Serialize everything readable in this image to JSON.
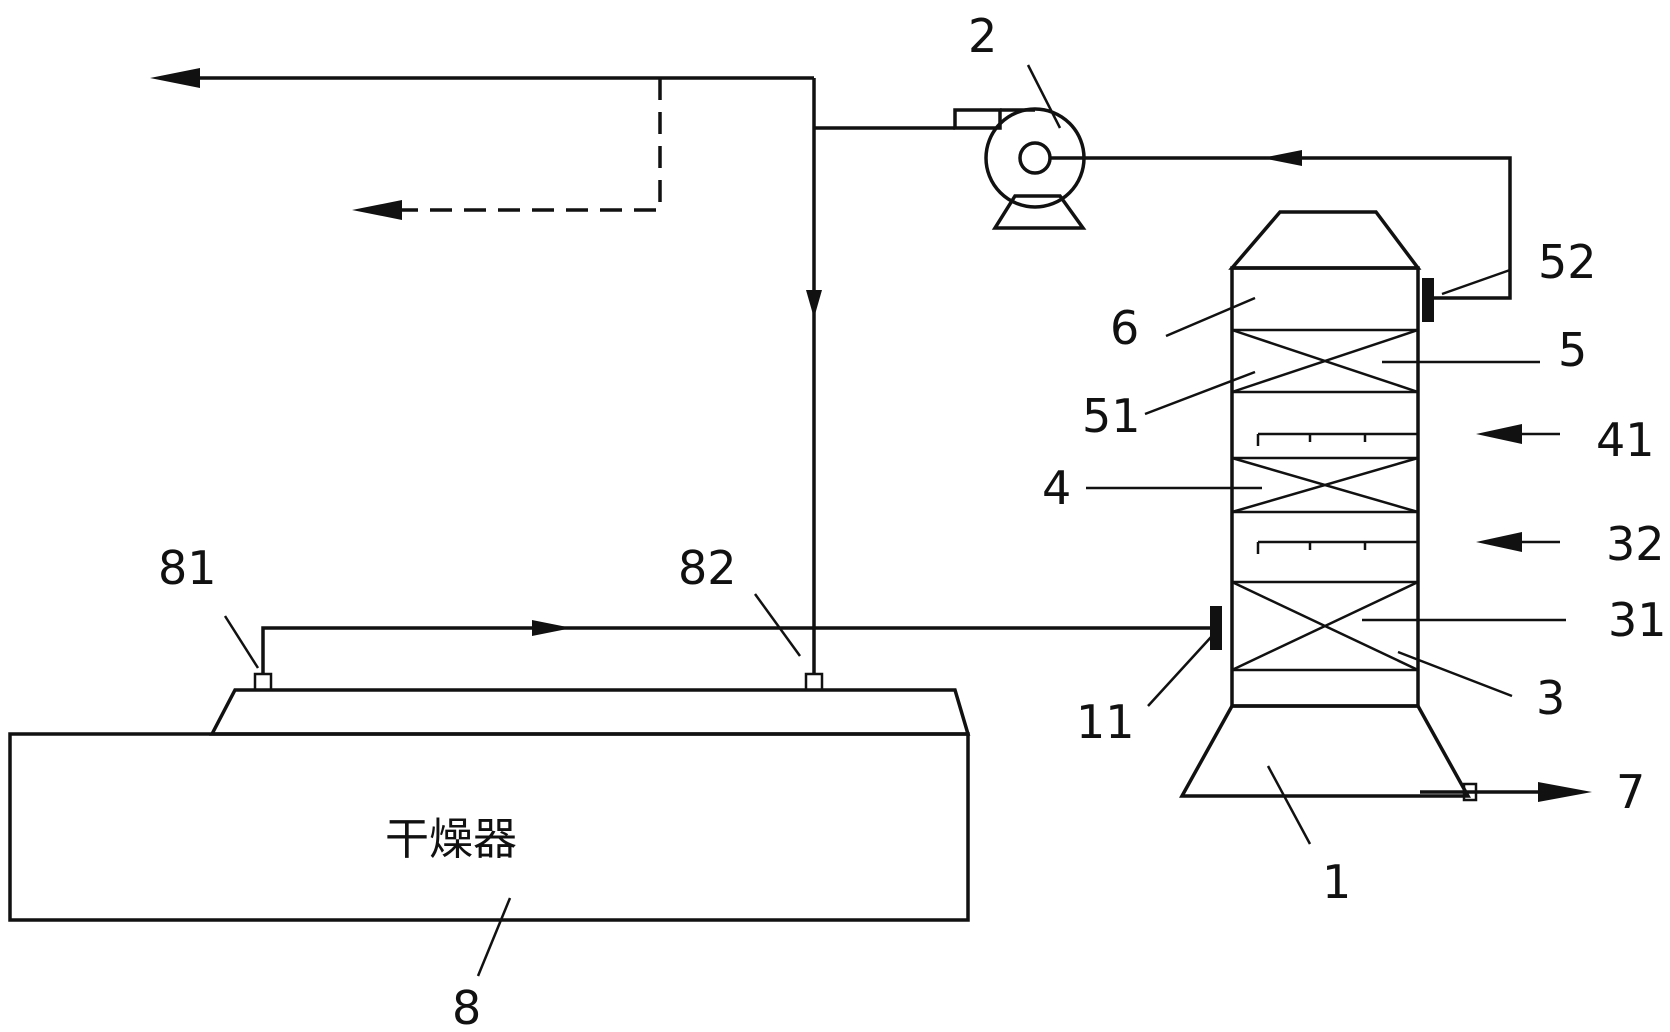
{
  "dryer": {
    "text": "干燥器"
  },
  "labels": {
    "n1": "1",
    "n2": "2",
    "n3": "3",
    "n4": "4",
    "n5": "5",
    "n6": "6",
    "n7": "7",
    "n8": "8",
    "n11": "11",
    "n31": "31",
    "n32": "32",
    "n41": "41",
    "n51": "51",
    "n52": "52",
    "n81": "81",
    "n82": "82"
  },
  "colors": {
    "line": "#111111",
    "background": "#ffffff"
  }
}
